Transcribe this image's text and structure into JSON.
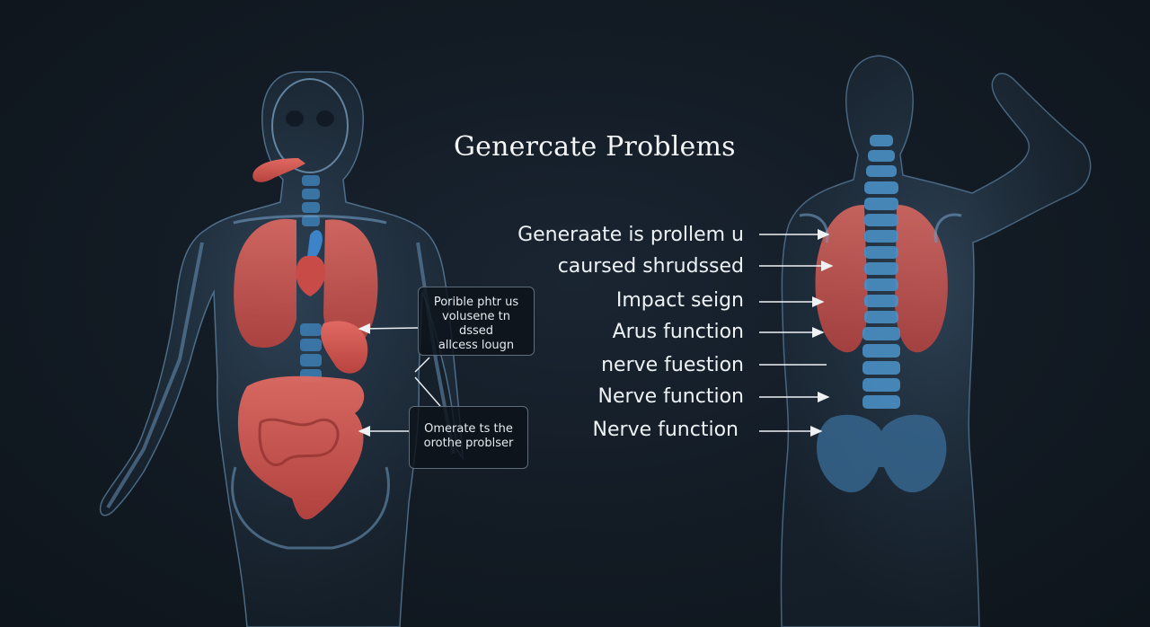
{
  "diagram": {
    "title": "Genercate Problems",
    "callouts": [
      {
        "lines": [
          "Porible phtr us",
          "volusene tn dssed",
          "allcess lougn"
        ]
      },
      {
        "lines": [
          "Omerate ts the",
          "orothe problser"
        ]
      }
    ],
    "labels": [
      "Generaate is prollem u",
      "caursed shrudssed",
      "Impact seign",
      "Arus function",
      "nerve fuestion",
      "Nerve function",
      "Nerve function"
    ],
    "colors": {
      "background": "#121a23",
      "skeleton": "#4a86b8",
      "organ": "#d7564f",
      "text": "#eef2f5"
    }
  }
}
